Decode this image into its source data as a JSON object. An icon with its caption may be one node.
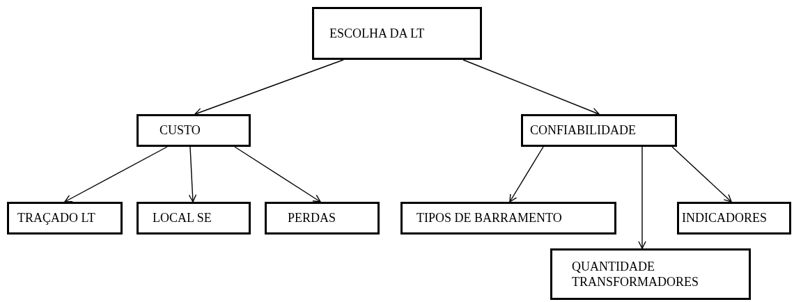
{
  "diagram": {
    "nodes": [
      {
        "text": [
          "ESCOLHA DA LT"
        ]
      },
      {
        "text": [
          "CUSTO"
        ]
      },
      {
        "text": [
          "CONFIABILIDADE"
        ]
      },
      {
        "text": [
          "TRAÇADO LT"
        ]
      },
      {
        "text": [
          "LOCAL SE"
        ]
      },
      {
        "text": [
          "PERDAS"
        ]
      },
      {
        "text": [
          "TIPOS DE BARRAMENTO"
        ]
      },
      {
        "text": [
          "QUANTIDADE TRANSFORMADORES"
        ]
      },
      {
        "text": [
          "INDICADORES"
        ]
      }
    ],
    "edges": [
      {
        "from": 0,
        "to": 1,
        "arrow": "to"
      },
      {
        "from": 0,
        "to": 2,
        "arrow": "to"
      },
      {
        "from": 1,
        "to": 3,
        "arrow": "to"
      },
      {
        "from": 1,
        "to": 4,
        "arrow": "to"
      },
      {
        "from": 1,
        "to": 5,
        "arrow": "to"
      },
      {
        "from": 2,
        "to": 6,
        "arrow": "to"
      },
      {
        "from": 2,
        "to": 7,
        "arrow": "to"
      },
      {
        "from": 2,
        "to": 8,
        "arrow": "to"
      }
    ]
  }
}
